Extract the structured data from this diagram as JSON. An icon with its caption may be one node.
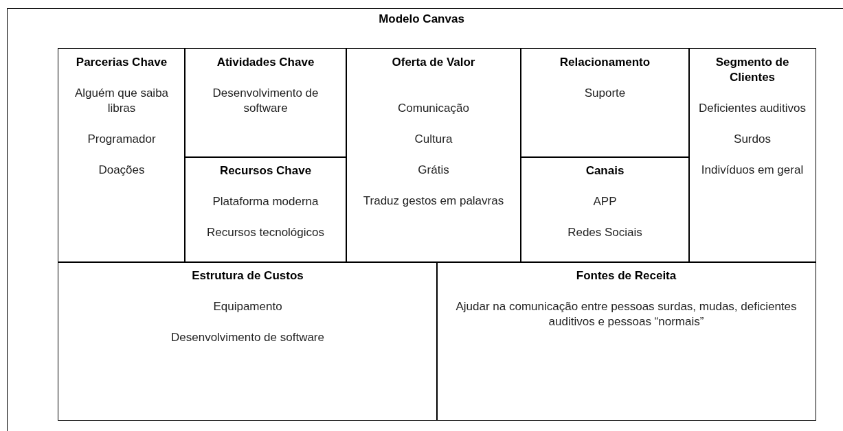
{
  "diagram": {
    "title": "Modelo Canvas",
    "nodes": [
      {
        "text": [
          "Parcerias Chave",
          "Alguém que saiba libras",
          "Programador",
          "Doações"
        ]
      },
      {
        "text": [
          "Atividades Chave",
          "Desenvolvimento de software"
        ]
      },
      {
        "text": [
          "Recursos Chave",
          "Plataforma moderna",
          "Recursos tecnológicos"
        ]
      },
      {
        "text": [
          "Oferta de Valor",
          "Comunicação",
          "Cultura",
          "Grátis",
          "Traduz gestos em palavras"
        ]
      },
      {
        "text": [
          "Relacionamento",
          "Suporte"
        ]
      },
      {
        "text": [
          "Canais",
          "APP",
          "Redes Sociais"
        ]
      },
      {
        "text": [
          "Segmento de Clientes",
          "Deficientes auditivos",
          "Surdos",
          "Indivíduos em geral"
        ]
      },
      {
        "text": [
          "Estrutura de Custos",
          "Equipamento",
          "Desenvolvimento de software"
        ]
      },
      {
        "text": [
          "Fontes de Receita",
          "Ajudar na comunicação entre pessoas surdas, mudas, deficientes auditivos e pessoas “normais”"
        ]
      }
    ]
  }
}
